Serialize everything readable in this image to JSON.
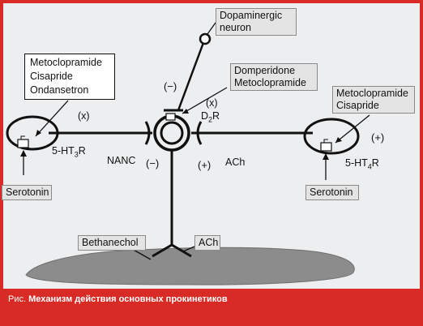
{
  "labels": {
    "dopaminergic_line1": "Dopaminergic",
    "dopaminergic_line2": "neuron",
    "domperidone_line1": "Domperidone",
    "domperidone_line2": "Metoclopramide",
    "left_drugs_line1": "Metoclopramide",
    "left_drugs_line2": "Cisapride",
    "left_drugs_line3": "Ondansetron",
    "right_drugs_line1": "Metoclopramide",
    "right_drugs_line2": "Cisapride",
    "minus_top": "(−)",
    "x_center": "(x)",
    "x_left": "(x)",
    "d2r": "D",
    "d2r_sub": "2",
    "d2r_tail": "R",
    "ht3r": "5-HT",
    "ht3r_sub": "3",
    "ht3r_tail": "R",
    "ht4r": "5-HT",
    "ht4r_sub": "4",
    "ht4r_tail": "R",
    "plus_right": "(+)",
    "nanc": "NANC",
    "minus_center": "(−)",
    "plus_center": "(+)",
    "ach_right": "ACh",
    "serotonin_left": "Serotonin",
    "serotonin_right": "Serotonin",
    "bethanechol": "Bethanechol",
    "ach_bottom": "ACh"
  },
  "caption": {
    "prefix": "Рис.",
    "text": "Механизм действия основных прокинетиков"
  },
  "colors": {
    "frame": "#d92b25",
    "panel": "#eceef0",
    "line": "#111111",
    "muscle": "#8c8c8c"
  }
}
